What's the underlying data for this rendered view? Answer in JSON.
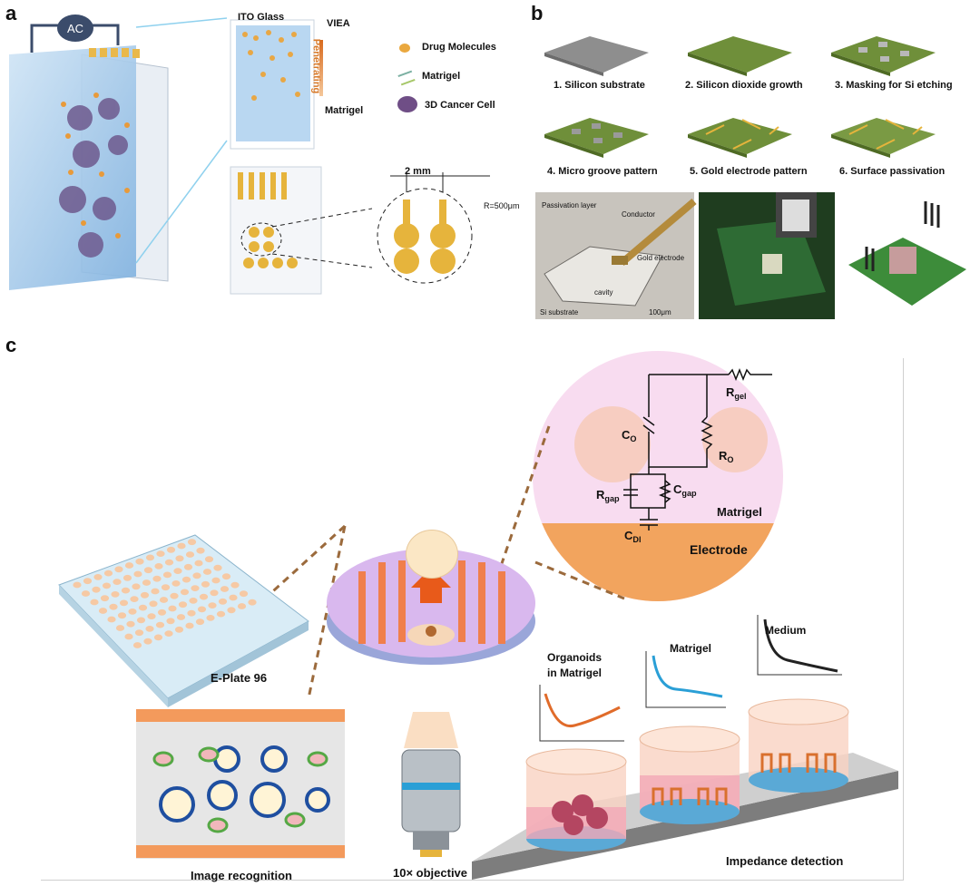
{
  "panels": {
    "a": {
      "letter": "a",
      "ac_label": "AC",
      "ito_glass": "ITO Glass",
      "viea": "VIEA",
      "penetrating": "Penetrating",
      "matrigel_inner": "Matrigel",
      "legend": [
        "Drug Molecules",
        "Matrigel",
        "3D Cancer Cell"
      ],
      "dim_2mm": "2 mm",
      "radius": "R=500μm"
    },
    "b": {
      "letter": "b",
      "steps": [
        "1. Silicon substrate",
        "2. Silicon dioxide growth",
        "3. Masking for Si etching",
        "4. Micro groove pattern",
        "5. Gold electrode pattern",
        "6. Surface passivation"
      ],
      "sem": {
        "passivation": "Passivation layer",
        "conductor": "Conductor",
        "gold": "Gold electrode",
        "cavity": "cavity",
        "substrate": "Si substrate",
        "scale": "100μm"
      }
    },
    "c": {
      "letter": "c",
      "circuit": {
        "rgel_main": "R",
        "rgel_sub": "gel",
        "co_main": "C",
        "co_sub": "O",
        "ro_main": "R",
        "ro_sub": "O",
        "rgap_main": "R",
        "rgap_sub": "gap",
        "cgap_main": "C",
        "cgap_sub": "gap",
        "cdl_main": "C",
        "cdl_sub": "Dl",
        "matrigel": "Matrigel",
        "electrode": "Electrode"
      },
      "eplate": "E-Plate 96",
      "organoids": "Organoids",
      "in_matrigel": "in Matrigel",
      "matrigel_curve": "Matrigel",
      "medium": "Medium",
      "image_recognition": "Image recognition",
      "objective": "10× objective",
      "impedance": "Impedance detection"
    }
  },
  "colors": {
    "orange": "#e8773a",
    "pink": "#f7d6ef",
    "blue": "#2a9fd6",
    "green": "#5d7d2e",
    "gold": "#e6b43c"
  }
}
